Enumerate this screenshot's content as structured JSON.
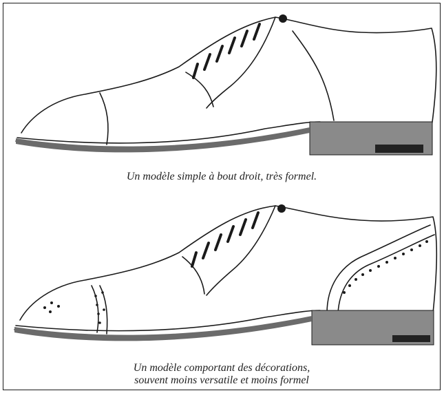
{
  "figures": [
    {
      "caption_lines": [
        "Un modèle simple à bout droit, très formel."
      ]
    },
    {
      "caption_lines": [
        "Un modèle comportant des décorations,",
        "souvent moins versatile et moins formel"
      ]
    }
  ],
  "colors": {
    "ink": "#1a1a1a",
    "sole": "#6b6b6b",
    "heel_dark": "#3a3a3a"
  }
}
